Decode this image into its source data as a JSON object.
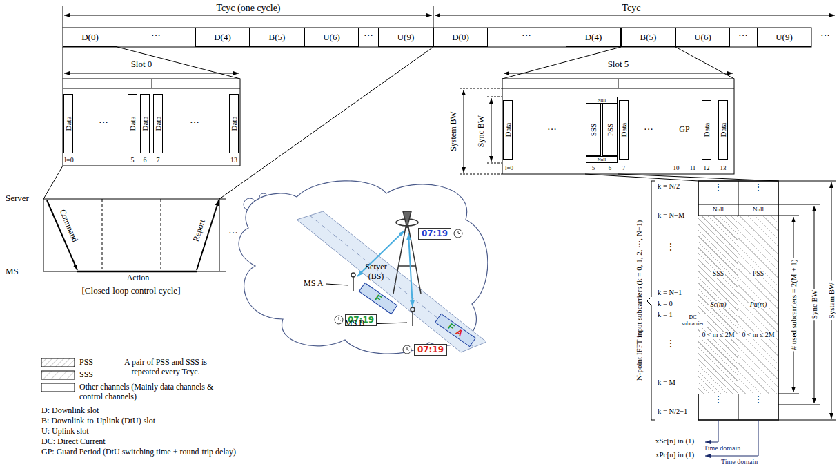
{
  "diagram": {
    "nodes": [
      {
        "text": [
          "D(0)"
        ]
      },
      {
        "text": [
          "D(4)"
        ]
      },
      {
        "text": [
          "B(5)"
        ]
      },
      {
        "text": [
          "U(6)"
        ]
      },
      {
        "text": [
          "U(9)"
        ]
      },
      {
        "text": [
          "D(0)"
        ]
      },
      {
        "text": [
          "D(4)"
        ]
      },
      {
        "text": [
          "B(5)"
        ]
      },
      {
        "text": [
          "U(6)"
        ]
      },
      {
        "text": [
          "U(9)"
        ]
      },
      {
        "text": [
          "Data"
        ]
      },
      {
        "text": [
          "Data"
        ]
      },
      {
        "text": [
          "Data"
        ]
      },
      {
        "text": [
          "Data"
        ]
      },
      {
        "text": [
          "Data"
        ]
      },
      {
        "text": [
          "Data"
        ]
      },
      {
        "text": [
          "SSS"
        ]
      },
      {
        "text": [
          "PSS"
        ]
      },
      {
        "text": [
          "Null"
        ]
      },
      {
        "text": [
          "Null"
        ]
      },
      {
        "text": [
          "Data"
        ]
      },
      {
        "text": [
          "GP"
        ]
      },
      {
        "text": [
          "Data"
        ]
      },
      {
        "text": [
          "Data"
        ]
      },
      {
        "text": [
          "07:19"
        ]
      },
      {
        "text": [
          "07:19"
        ]
      },
      {
        "text": [
          "07:19"
        ]
      },
      {
        "text": [
          "F"
        ]
      },
      {
        "text": [
          "F",
          "A"
        ]
      },
      {
        "text": [
          "Null"
        ]
      },
      {
        "text": [
          "Null"
        ]
      },
      {
        "text": [
          "SSS",
          "Sc(m)",
          "0 < m ≤ 2M"
        ]
      },
      {
        "text": [
          "PSS",
          "Pu(m)",
          "0 < m ≤ 2M"
        ]
      }
    ],
    "labels": [
      "Tcyc (one cycle)",
      "Tcyc",
      "···",
      "···",
      "···",
      "···",
      "···",
      "Slot 0",
      "···",
      "···",
      "l=0",
      "5",
      "6",
      "7",
      "13",
      "Slot 5",
      "System BW",
      "Sync BW",
      "···",
      "···",
      "l=0",
      "5",
      "6",
      "7",
      "10",
      "11",
      "12",
      "13",
      "Server",
      "MS",
      "Command",
      "Action",
      "Report",
      "···",
      "[Closed-loop control cycle]",
      "Server (BS)",
      "MS A",
      "MS B",
      "A pair of PSS and SSS is repeated every Tcyc.",
      "D: Downlink slot",
      "B: Downlink-to-Uplink (DtU) slot",
      "U: Uplink slot",
      "DC: Direct Current",
      "GP: Guard Period (DtU switching time + round-trip delay)",
      "N-point IFFT input subcarriers (k = 0, 1, 2, ···, N−1)",
      "k = N/2",
      "k = N−M",
      "⋮",
      "k = N−1",
      "k = 0",
      "k = 1",
      "DC subcarrier",
      "⋮",
      "k = M",
      "k = N/2−1",
      "⋮",
      "⋮",
      "⋮",
      "⋮",
      "# used subcarriers = 2(M + 1)",
      "Sync BW",
      "System BW",
      "xSc[n] in (1)",
      "Time domain",
      "xPc[n] in (1)",
      "Time domain"
    ],
    "legend": [
      {
        "text": "PSS"
      },
      {
        "text": "SSS"
      },
      {
        "text": "Other channels (Mainly data channels & control channels)"
      }
    ]
  }
}
